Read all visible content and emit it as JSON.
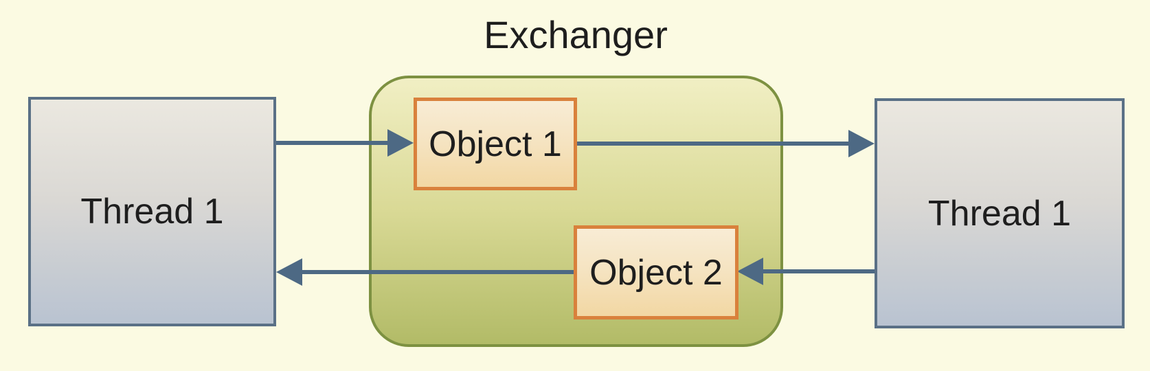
{
  "diagram": {
    "title": "Exchanger",
    "nodes": {
      "thread_left": {
        "label": "Thread 1"
      },
      "thread_right": {
        "label": "Thread 1"
      },
      "object1": {
        "label": "Object 1"
      },
      "object2": {
        "label": "Object 2"
      }
    },
    "arrows": [
      {
        "name": "thread-left-to-object1",
        "from": "thread_left",
        "to": "object1",
        "direction": "right"
      },
      {
        "name": "object1-to-thread-right",
        "from": "object1",
        "to": "thread_right",
        "direction": "right"
      },
      {
        "name": "thread-right-to-object2",
        "from": "thread_right",
        "to": "object2",
        "direction": "left"
      },
      {
        "name": "object2-to-thread-left",
        "from": "object2",
        "to": "thread_left",
        "direction": "left"
      }
    ]
  },
  "colors": {
    "background": "#fbfae2",
    "text": "#1e1e1e",
    "thread-border": "#5a7086",
    "thread-fill-top": "#ebe8e0",
    "thread-fill-bottom": "#b9c3d1",
    "exchanger-border": "#7d9141",
    "exchanger-fill-top": "#f1efc4",
    "exchanger-fill-bottom": "#b2bb67",
    "object-border": "#d9813c",
    "object-fill-top": "#f8ecd5",
    "object-fill-bottom": "#f2d7a3",
    "arrow": "#4d6984"
  }
}
